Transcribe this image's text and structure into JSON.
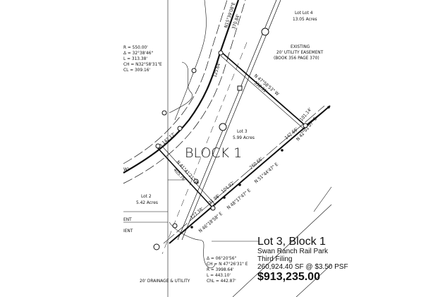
{
  "title_block": {
    "lot": "Lot 3, Block 1",
    "subdivision": "Swan Ranch Rail Park",
    "filing": "Third Filing",
    "area_price": "260,924.40 SF @ $3.50 PSF",
    "total": "$913,235.00"
  },
  "map_labels": {
    "block": "BLOCK 1",
    "lot3_name": "Lot 3",
    "lot3_area": "5.99 Acres",
    "lot4_name": "Lot Lot 4",
    "lot4_area": "13.05 Acres",
    "lot2_name": "Lot 2",
    "lot2_area": "5.42 Acres",
    "easement_1": "EXISTING",
    "easement_2": "20' UTILITY EASEMENT",
    "easement_3": "(BOOK 356 PAGE 370)",
    "drainage": "20' DRAINAGE & UTILITY",
    "ent1": "ENT",
    "ent2": "IENT",
    "row_fragment": "W)"
  },
  "curve_top": [
    "R = 550.00'",
    "Δ = 32°38'46\"",
    "L = 313.38'",
    "CH = N32°58'31\"E",
    "CL = 309.16'"
  ],
  "curve_bottom": [
    "Δ = 06°20'56\"",
    "CH = N 47°26'31\" E",
    "R = 3998.64'",
    "L = 443.10'",
    "ChL = 442.87'"
  ],
  "bearings": {
    "north_line": "N15°39'08\"E",
    "north_dist": "370.84'",
    "arc_dist": "125.64'",
    "ne_bearing": "N 47°58'53\" W",
    "ne_dist": "552.31'",
    "left_bearing": "N 41°41'21\" W",
    "left_dist": "405.76'",
    "left_top_dist": "142.17'",
    "s1_bearing": "N 46°18'58\" E",
    "s1_dist": "127.38'",
    "s2_dist": "31.08'",
    "s3_bearing": "N 48°17'47\" E",
    "s3_dist": "104.92'",
    "s4_bearing": "N 51°44'47\" E",
    "s4_dist": "260.66'",
    "s5_dist": "142.66'",
    "s6_bearing": "N 42°01'07\" E",
    "s6_dist": "101.14'"
  }
}
